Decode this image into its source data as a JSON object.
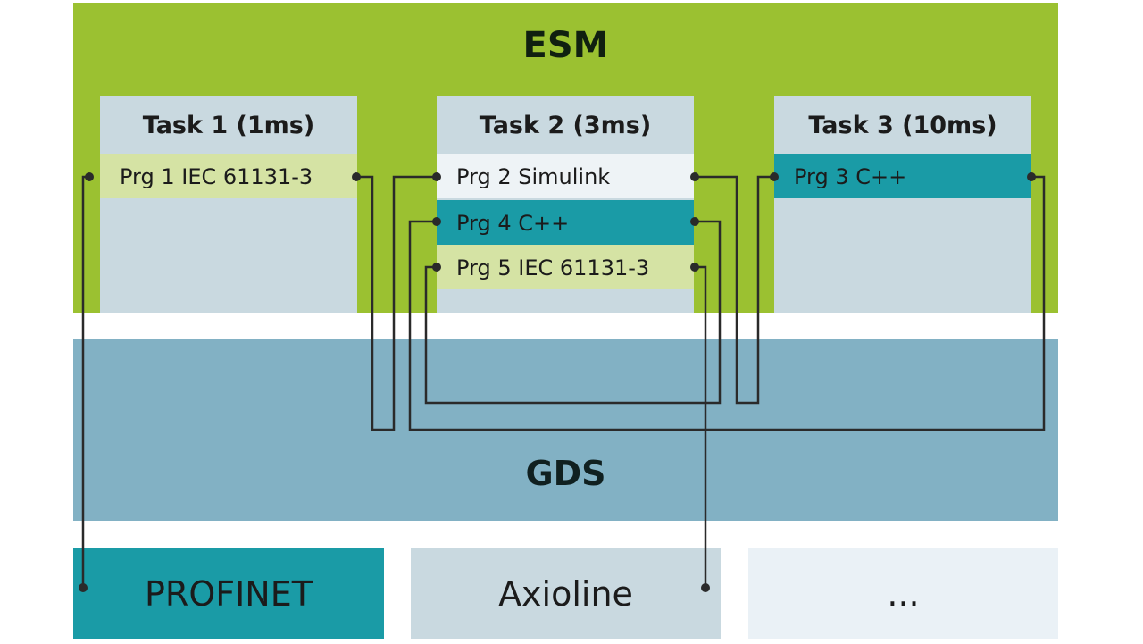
{
  "esm": {
    "title": "ESM"
  },
  "tasks": [
    {
      "title": "Task 1 (1ms)",
      "programs": [
        "Prg 1 IEC 61131-3"
      ]
    },
    {
      "title": "Task 2 (3ms)",
      "programs": [
        "Prg 2 Simulink",
        "Prg 4 C++",
        "Prg 5 IEC 61131-3"
      ]
    },
    {
      "title": "Task 3 (10ms)",
      "programs": [
        "Prg 3 C++"
      ]
    }
  ],
  "gds": {
    "title": "GDS"
  },
  "buses": [
    "PROFINET",
    "Axioline",
    "..."
  ],
  "colors": {
    "esm": "#9bc131",
    "gds": "#82b1c4",
    "task": "#c9d9e0",
    "iec": "#d5e3a4",
    "simulink": "#eef3f6",
    "cpp": "#1a9ba6"
  }
}
